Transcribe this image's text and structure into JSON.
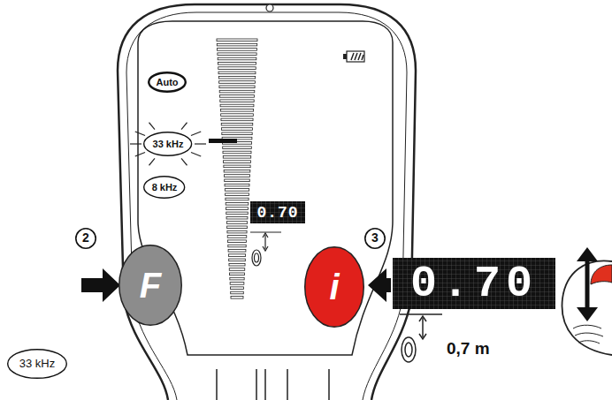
{
  "diagram": {
    "nodes": [
      {
        "text": [
          "Auto"
        ]
      },
      {
        "text": [
          "33 kHz"
        ]
      },
      {
        "text": [
          "8 kHz"
        ]
      },
      {
        "text": [
          "2"
        ]
      },
      {
        "text": [
          "F"
        ]
      },
      {
        "text": [
          "3"
        ]
      },
      {
        "text": [
          "i"
        ]
      },
      {
        "text": [
          "33 kHz"
        ]
      }
    ],
    "labels": [
      "0.70",
      "0.70",
      "0,7 m"
    ]
  }
}
